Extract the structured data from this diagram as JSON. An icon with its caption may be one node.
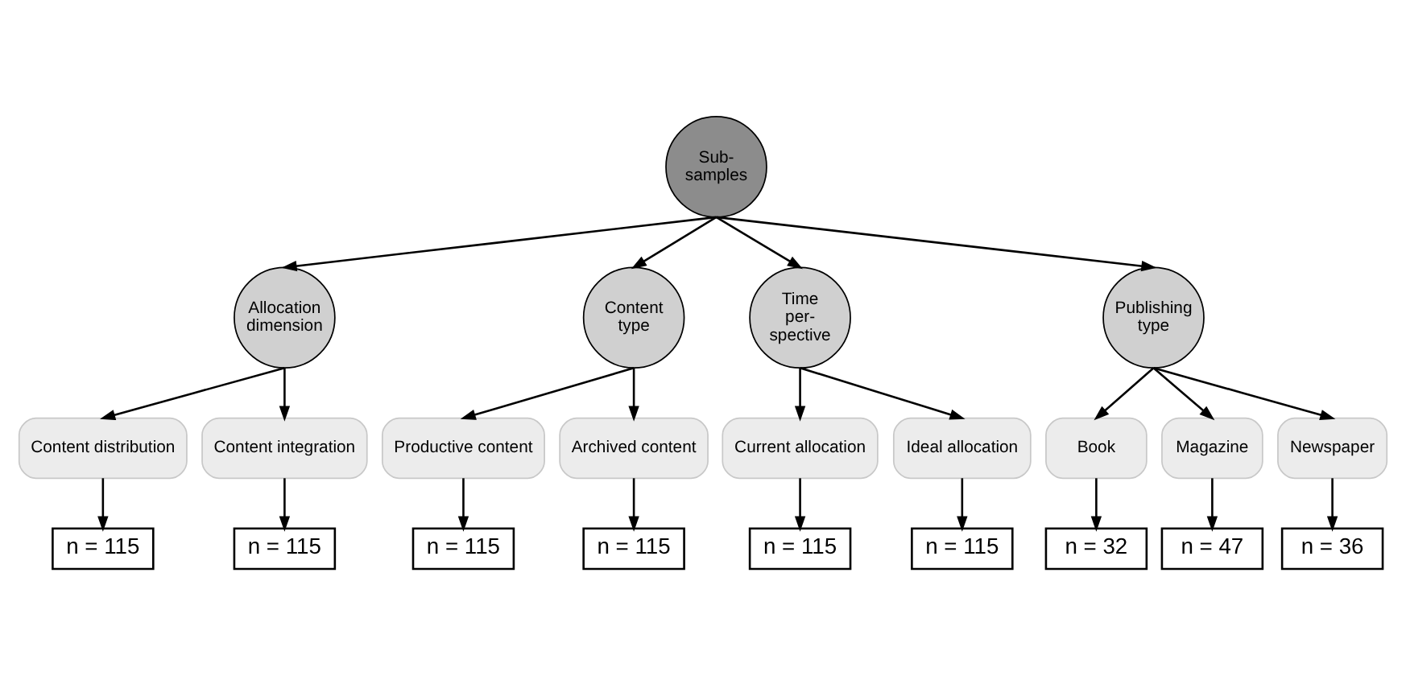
{
  "diagram": {
    "nodes": [
      {
        "text": [
          "Sub- samples"
        ]
      },
      {
        "text": [
          "Allocation dimension"
        ]
      },
      {
        "text": [
          "Content type"
        ]
      },
      {
        "text": [
          "Time per- spective"
        ]
      },
      {
        "text": [
          "Publishing type"
        ]
      },
      {
        "text": [
          "Content distribution"
        ]
      },
      {
        "text": [
          "Content integration"
        ]
      },
      {
        "text": [
          "Productive content"
        ]
      },
      {
        "text": [
          "Archived content"
        ]
      },
      {
        "text": [
          "Current allocation"
        ]
      },
      {
        "text": [
          "Ideal allocation"
        ]
      },
      {
        "text": [
          "Book"
        ]
      },
      {
        "text": [
          "Magazine"
        ]
      },
      {
        "text": [
          "Newspaper"
        ]
      },
      {
        "text": [
          "n = 115"
        ]
      },
      {
        "text": [
          "n = 115"
        ]
      },
      {
        "text": [
          "n = 115"
        ]
      },
      {
        "text": [
          "n = 115"
        ]
      },
      {
        "text": [
          "n = 115"
        ]
      },
      {
        "text": [
          "n = 115"
        ]
      },
      {
        "text": [
          "n = 32"
        ]
      },
      {
        "text": [
          "n = 47"
        ]
      },
      {
        "text": [
          "n = 36"
        ]
      }
    ],
    "edges": [
      {
        "from": 0,
        "to": 1,
        "arrow": "to"
      },
      {
        "from": 0,
        "to": 2,
        "arrow": "to"
      },
      {
        "from": 0,
        "to": 3,
        "arrow": "to"
      },
      {
        "from": 0,
        "to": 4,
        "arrow": "to"
      },
      {
        "from": 1,
        "to": 5,
        "arrow": "to"
      },
      {
        "from": 1,
        "to": 6,
        "arrow": "to"
      },
      {
        "from": 2,
        "to": 7,
        "arrow": "to"
      },
      {
        "from": 2,
        "to": 8,
        "arrow": "to"
      },
      {
        "from": 3,
        "to": 9,
        "arrow": "to"
      },
      {
        "from": 3,
        "to": 10,
        "arrow": "to"
      },
      {
        "from": 4,
        "to": 11,
        "arrow": "to"
      },
      {
        "from": 4,
        "to": 12,
        "arrow": "to"
      },
      {
        "from": 4,
        "to": 13,
        "arrow": "to"
      },
      {
        "from": 5,
        "to": 14,
        "arrow": "to"
      },
      {
        "from": 6,
        "to": 15,
        "arrow": "to"
      },
      {
        "from": 7,
        "to": 16,
        "arrow": "to"
      },
      {
        "from": 8,
        "to": 17,
        "arrow": "to"
      },
      {
        "from": 9,
        "to": 18,
        "arrow": "to"
      },
      {
        "from": 10,
        "to": 19,
        "arrow": "to"
      },
      {
        "from": 11,
        "to": 20,
        "arrow": "to"
      },
      {
        "from": 12,
        "to": 21,
        "arrow": "to"
      },
      {
        "from": 13,
        "to": 22,
        "arrow": "to"
      }
    ]
  }
}
